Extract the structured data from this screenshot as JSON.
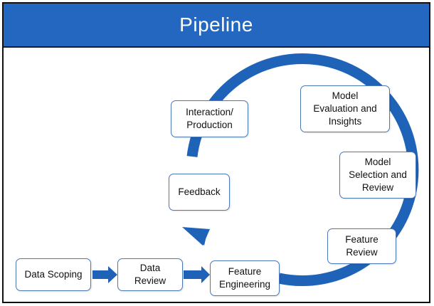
{
  "title": "Pipeline",
  "nodes": {
    "data_scoping": "Data Scoping",
    "data_review": "Data\nReview",
    "feature_engineering": "Feature\nEngineering",
    "feature_review": "Feature\nReview",
    "model_selection": "Model\nSelection and\nReview",
    "model_evaluation": "Model\nEvaluation and\nInsights",
    "interaction_production": "Interaction/\nProduction",
    "feedback": "Feedback"
  },
  "colors": {
    "header": "#2467c0",
    "arrow": "#1f63b8",
    "box_border": "#4a78b8"
  }
}
